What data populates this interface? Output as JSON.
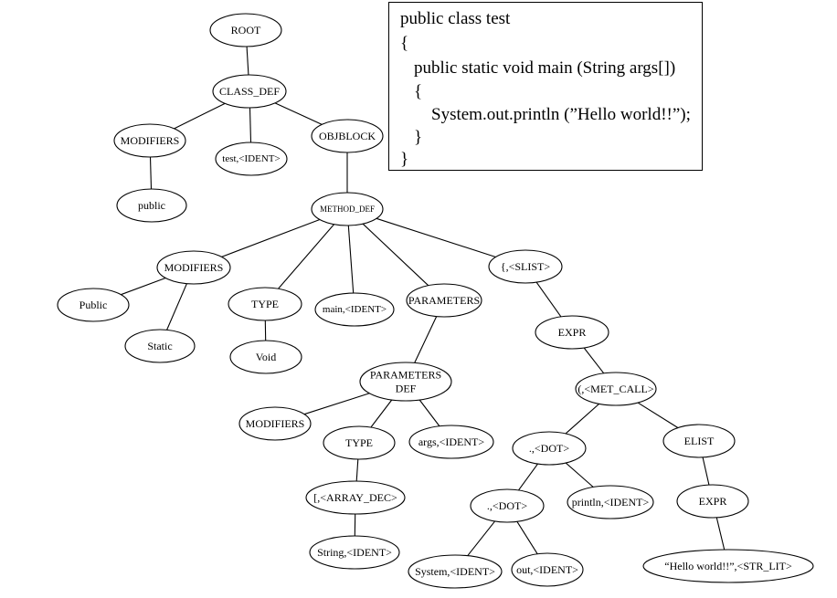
{
  "tree": {
    "nodes": [
      {
        "id": "root",
        "label": "ROOT"
      },
      {
        "id": "class_def",
        "label": "CLASS_DEF"
      },
      {
        "id": "modifiers_1",
        "label": "MODIFIERS"
      },
      {
        "id": "test_ident",
        "label": "test,<IDENT>"
      },
      {
        "id": "objblock",
        "label": "OBJBLOCK"
      },
      {
        "id": "public_1",
        "label": "public"
      },
      {
        "id": "method_def",
        "label": "METHOD_DEF"
      },
      {
        "id": "modifiers_2",
        "label": "MODIFIERS"
      },
      {
        "id": "type_1",
        "label": "TYPE"
      },
      {
        "id": "main_ident",
        "label": "main,<IDENT>"
      },
      {
        "id": "parameters",
        "label": "PARAMETERS"
      },
      {
        "id": "slist",
        "label": "{,<SLIST>"
      },
      {
        "id": "public_2",
        "label": "Public"
      },
      {
        "id": "static",
        "label": "Static"
      },
      {
        "id": "void",
        "label": "Void"
      },
      {
        "id": "expr_1",
        "label": "EXPR"
      },
      {
        "id": "parameters_def",
        "label": "PARAMETERS DEF"
      },
      {
        "id": "met_call",
        "label": "(,<MET_CALL>"
      },
      {
        "id": "modifiers_3",
        "label": "MODIFIERS"
      },
      {
        "id": "type_2",
        "label": "TYPE"
      },
      {
        "id": "args_ident",
        "label": "args,<IDENT>"
      },
      {
        "id": "dot_1",
        "label": ".,<DOT>"
      },
      {
        "id": "elist",
        "label": "ELIST"
      },
      {
        "id": "array_dec",
        "label": "[,<ARRAY_DEC>"
      },
      {
        "id": "dot_2",
        "label": ".,<DOT>"
      },
      {
        "id": "println_ident",
        "label": "println,<IDENT>"
      },
      {
        "id": "expr_2",
        "label": "EXPR"
      },
      {
        "id": "string_ident",
        "label": "String,<IDENT>"
      },
      {
        "id": "system_ident",
        "label": "System,<IDENT>"
      },
      {
        "id": "out_ident",
        "label": "out,<IDENT>"
      },
      {
        "id": "str_lit",
        "label": "“Hello world!!”,<STR_LIT>"
      }
    ],
    "edges": [
      [
        "root",
        "class_def"
      ],
      [
        "class_def",
        "modifiers_1"
      ],
      [
        "class_def",
        "test_ident"
      ],
      [
        "class_def",
        "objblock"
      ],
      [
        "modifiers_1",
        "public_1"
      ],
      [
        "objblock",
        "method_def"
      ],
      [
        "method_def",
        "modifiers_2"
      ],
      [
        "method_def",
        "type_1"
      ],
      [
        "method_def",
        "main_ident"
      ],
      [
        "method_def",
        "parameters"
      ],
      [
        "method_def",
        "slist"
      ],
      [
        "modifiers_2",
        "public_2"
      ],
      [
        "modifiers_2",
        "static"
      ],
      [
        "type_1",
        "void"
      ],
      [
        "parameters",
        "parameters_def"
      ],
      [
        "slist",
        "expr_1"
      ],
      [
        "expr_1",
        "met_call"
      ],
      [
        "parameters_def",
        "modifiers_3"
      ],
      [
        "parameters_def",
        "type_2"
      ],
      [
        "parameters_def",
        "args_ident"
      ],
      [
        "type_2",
        "array_dec"
      ],
      [
        "array_dec",
        "string_ident"
      ],
      [
        "met_call",
        "dot_1"
      ],
      [
        "met_call",
        "elist"
      ],
      [
        "dot_1",
        "dot_2"
      ],
      [
        "dot_1",
        "println_ident"
      ],
      [
        "dot_2",
        "system_ident"
      ],
      [
        "dot_2",
        "out_ident"
      ],
      [
        "elist",
        "expr_2"
      ],
      [
        "expr_2",
        "str_lit"
      ]
    ]
  },
  "code": {
    "lines": [
      "public class test",
      "{",
      "public static void main (String args[])",
      "{",
      "System.out.println (”Hello world!!”);",
      "}",
      "}"
    ]
  }
}
